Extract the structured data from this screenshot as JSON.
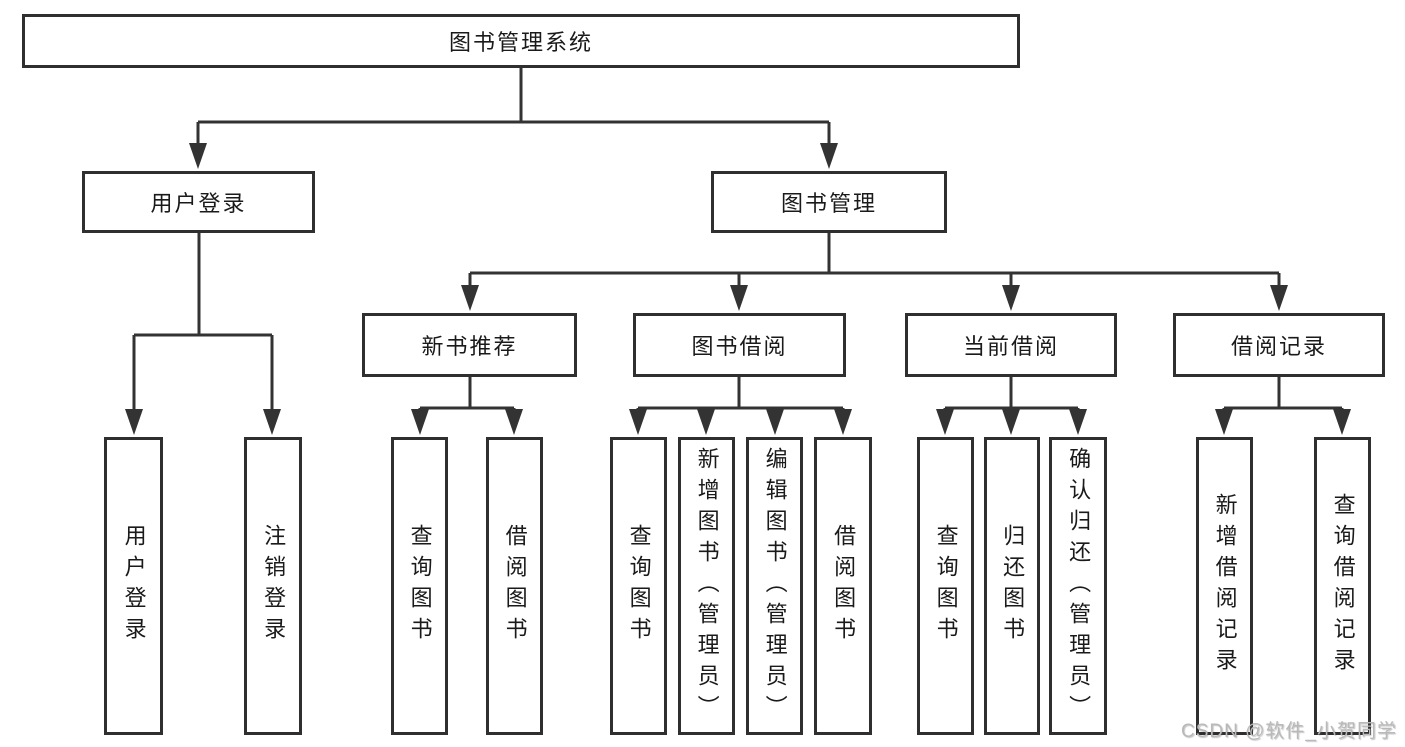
{
  "diagram": {
    "type": "hierarchy-tree",
    "root": "图书管理系统",
    "branches": [
      {
        "label": "用户登录",
        "children": [
          "用户登录",
          "注销登录"
        ]
      },
      {
        "label": "图书管理",
        "children": [
          {
            "label": "新书推荐",
            "children": [
              "查询图书",
              "借阅图书"
            ]
          },
          {
            "label": "图书借阅",
            "children": [
              "查询图书",
              "新增图书（管理员）",
              "编辑图书（管理员）",
              "借阅图书"
            ]
          },
          {
            "label": "当前借阅",
            "children": [
              "查询图书",
              "归还图书",
              "确认归还（管理员）"
            ]
          },
          {
            "label": "借阅记录",
            "children": [
              "新增借阅记录",
              "查询借阅记录"
            ]
          }
        ]
      }
    ],
    "colors": {
      "line": "#333333",
      "border": "#2f2f2f",
      "text": "#1a1a1a",
      "watermark": "#b9b9b9"
    },
    "watermark": "CSDN @软件_小贺同学"
  }
}
